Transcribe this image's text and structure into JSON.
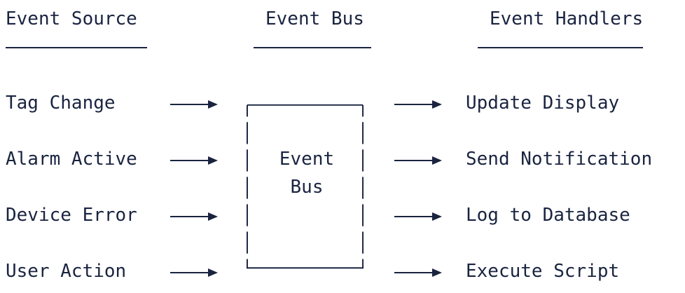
{
  "headers": {
    "source": "Event Source",
    "bus": "Event Bus",
    "handlers": "Event Handlers"
  },
  "sources": [
    "Tag Change",
    "Alarm Active",
    "Device Error",
    "User Action"
  ],
  "bus_box": {
    "line1": "Event",
    "line2": "Bus"
  },
  "handlers": [
    "Update Display",
    "Send Notification",
    "Log to Database",
    "Execute Script"
  ],
  "colors": {
    "ink": "#1a2440"
  }
}
